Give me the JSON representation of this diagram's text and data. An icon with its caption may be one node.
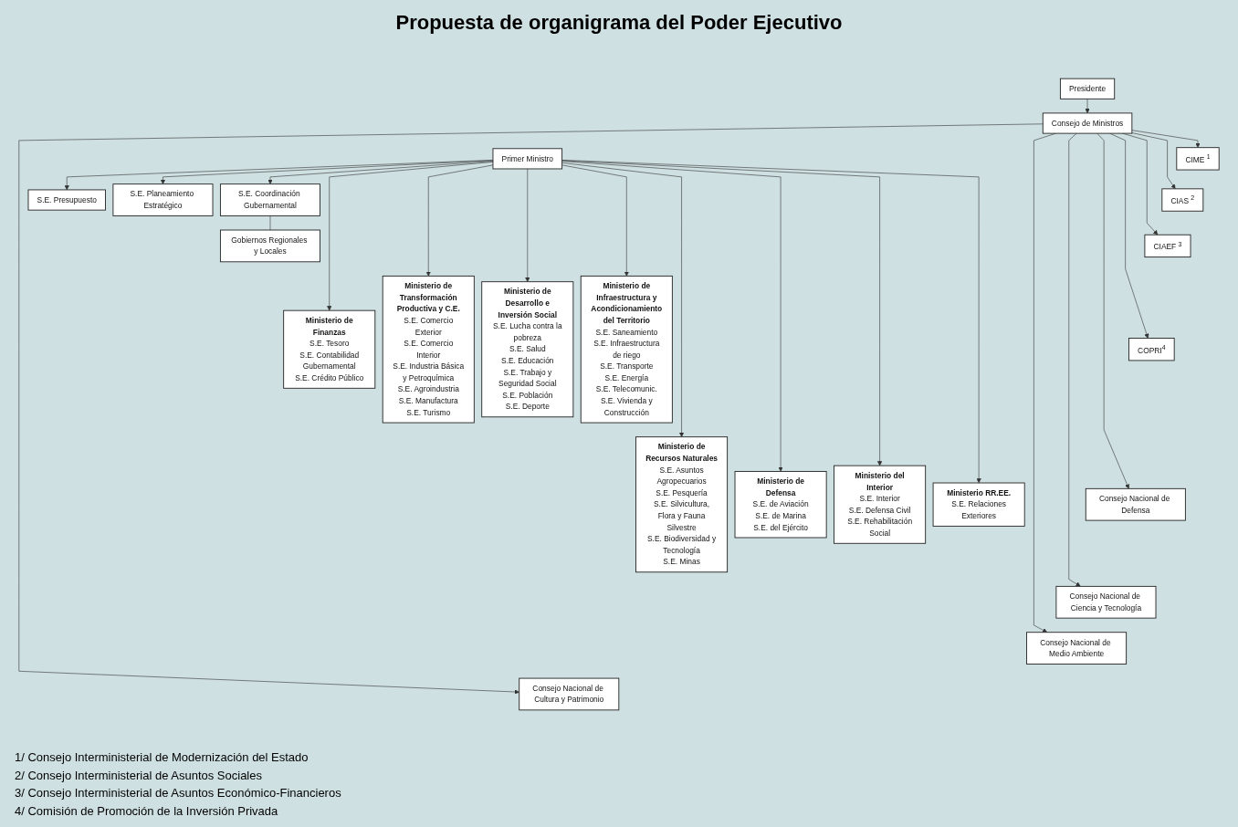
{
  "diagram": {
    "title": "Propuesta de organigrama del Poder Ejecutivo",
    "nodes": [
      {
        "text": [
          "Presidente"
        ]
      },
      {
        "text": [
          "Consejo de Ministros"
        ]
      },
      {
        "text": [
          "Primer Ministro"
        ]
      },
      {
        "text": [
          "CIME $^{1}$"
        ]
      },
      {
        "text": [
          "CIAS $^{2}$"
        ]
      },
      {
        "text": [
          "CIAEF $^{3}$"
        ]
      },
      {
        "text": [
          "COPRI$^{4}$"
        ]
      },
      {
        "text": [
          "Consejo Nacional de Defensa"
        ]
      },
      {
        "text": [
          "Consejo Nacional de Ciencia y Tecnología"
        ]
      },
      {
        "text": [
          "Consejo Nacional de Medio Ambiente"
        ]
      },
      {
        "text": [
          "Consejo Nacional de Cultura y Patrimonio"
        ]
      },
      {
        "text": [
          "S.E. Presupuesto"
        ]
      },
      {
        "text": [
          "S.E. Planeamiento Estratégico"
        ]
      },
      {
        "text": [
          "S.E. Coordinación Gubernamental"
        ]
      },
      {
        "text": [
          "Gobiernos Regionales y Locales"
        ]
      },
      {
        "text": [
          "Ministerio de Finanzas",
          "S.E. Tesoro",
          "S.E. Contabilidad Gubernamental",
          "S.E. Crédito Público"
        ]
      },
      {
        "text": [
          "Ministerio de Transformación Productiva y C.E.",
          "S.E. Comercio Exterior",
          "S.E. Comercio Interior",
          "S.E. Industria Básica y Petroquímica",
          "S.E. Agroindustria",
          "S.E. Manufactura",
          "S.E. Turismo"
        ]
      },
      {
        "text": [
          "Ministerio de Desarrollo e Inversión Social",
          "S.E. Lucha contra la pobreza",
          "S.E. Salud",
          "S.E. Educación",
          "S.E. Trabajo y Seguridad Social",
          "S.E. Población",
          "S.E. Deporte"
        ]
      },
      {
        "text": [
          "Ministerio de Infraestructura y Acondicionamiento del Territorio",
          "S.E. Saneamiento",
          "S.E. Infraestructura de riego",
          "S.E. Transporte",
          "S.E. Energía",
          "S.E. Telecomunic.",
          "S.E. Vivienda y Construcción"
        ]
      },
      {
        "text": [
          "Ministerio de Recursos Naturales",
          "S.E. Asuntos Agropecuarios",
          "S.E. Pesquería",
          "S.E. Silvicultura, Flora y Fauna Silvestre",
          "S.E. Biodiversidad y Tecnología",
          "S.E. Minas"
        ]
      },
      {
        "text": [
          "Ministerio de Defensa",
          "S.E. de Aviación",
          "S.E. de Marina",
          "S.E. del Ejército"
        ]
      },
      {
        "text": [
          "Ministerio del Interior",
          "S.E. Interior",
          "S.E. Defensa Civil",
          "S.E. Rehabilitación Social"
        ]
      },
      {
        "text": [
          "Ministerio RR.EE.",
          "S.E. Relaciones Exteriores"
        ]
      }
    ],
    "edges": [
      {
        "from": 0,
        "to": 1,
        "arrow": "to"
      },
      {
        "from": 1,
        "to": 3,
        "arrow": "to"
      },
      {
        "from": 1,
        "to": 4,
        "arrow": "to"
      },
      {
        "from": 1,
        "to": 5,
        "arrow": "to"
      },
      {
        "from": 1,
        "to": 6,
        "arrow": "to"
      },
      {
        "from": 1,
        "to": 7,
        "arrow": "to"
      },
      {
        "from": 1,
        "to": 8,
        "arrow": "to"
      },
      {
        "from": 1,
        "to": 9,
        "arrow": "to"
      },
      {
        "from": 1,
        "to": 10,
        "arrow": "to"
      },
      {
        "from": 2,
        "to": 11,
        "arrow": "to"
      },
      {
        "from": 2,
        "to": 12,
        "arrow": "to"
      },
      {
        "from": 2,
        "to": 13,
        "arrow": "to"
      },
      {
        "from": 13,
        "to": 14,
        "arrow": "none"
      },
      {
        "from": 2,
        "to": 15,
        "arrow": "to"
      },
      {
        "from": 2,
        "to": 16,
        "arrow": "to"
      },
      {
        "from": 2,
        "to": 17,
        "arrow": "to"
      },
      {
        "from": 2,
        "to": 18,
        "arrow": "to"
      },
      {
        "from": 2,
        "to": 19,
        "arrow": "to"
      },
      {
        "from": 2,
        "to": 20,
        "arrow": "to"
      },
      {
        "from": 2,
        "to": 21,
        "arrow": "to"
      },
      {
        "from": 2,
        "to": 22,
        "arrow": "to"
      }
    ],
    "labels": [
      "1/ Consejo Interministerial de Modernización del Estado",
      "2/ Consejo Interministerial de Asuntos Sociales",
      "3/ Consejo Interministerial de Asuntos Económico-Financieros",
      "4/ Comisión de Promoción de la Inversión Privada"
    ]
  }
}
